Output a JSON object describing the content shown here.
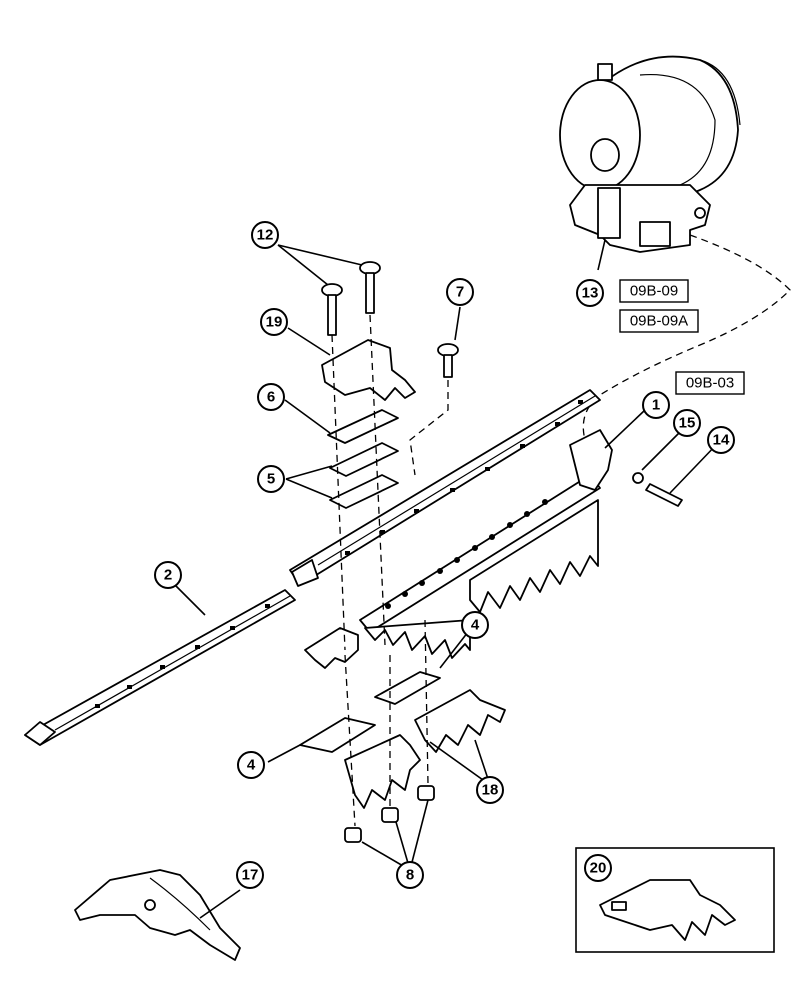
{
  "callouts": {
    "c1": "1",
    "c2": "2",
    "c4a": "4",
    "c4b": "4",
    "c5": "5",
    "c6": "6",
    "c7": "7",
    "c8": "8",
    "c12": "12",
    "c13": "13",
    "c14": "14",
    "c15": "15",
    "c17": "17",
    "c18": "18",
    "c19": "19",
    "c20": "20"
  },
  "references": {
    "r1": "09B-09",
    "r2": "09B-09A",
    "r3": "09B-03"
  },
  "colors": {
    "ink": "#000000",
    "paper": "#ffffff"
  }
}
